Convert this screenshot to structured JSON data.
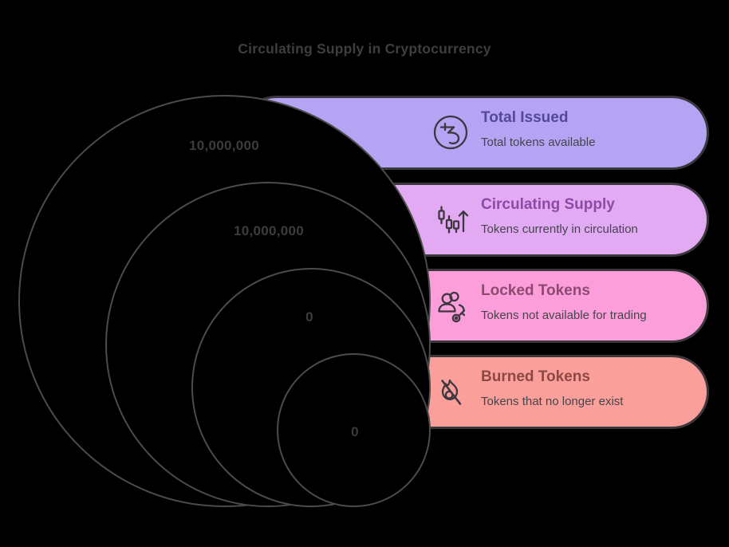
{
  "header": {
    "title": "Circulating Supply in Cryptocurrency"
  },
  "colors": {
    "background": "#000000",
    "heading_text": "#3e3e3e",
    "circle_stroke": "#4b4b4b",
    "pill_border": "#3a373d",
    "value_text": "#3c3c3c",
    "description_text": "#45454c",
    "icon_stroke": "#3d3741"
  },
  "rows": [
    {
      "title": "Total Issued",
      "description": "Total tokens available",
      "value": "10,000,000",
      "icon": "tezos-coin-icon",
      "fill": "#b4a4f3",
      "title_color": "#55489a"
    },
    {
      "title": "Circulating Supply",
      "description": "Tokens currently in circulation",
      "value": "10,000,000",
      "icon": "candlestick-trend-up-icon",
      "fill": "#e3aaf4",
      "title_color": "#8d4aa4"
    },
    {
      "title": "Locked Tokens",
      "description": "Tokens not available for trading",
      "value": "0",
      "icon": "users-key-icon",
      "fill": "#fc9ed9",
      "title_color": "#8d4a71"
    },
    {
      "title": "Burned Tokens",
      "description": "Tokens that no longer exist",
      "value": "0",
      "icon": "flame-off-icon",
      "fill": "#fa9f99",
      "title_color": "#8e4843"
    }
  ]
}
